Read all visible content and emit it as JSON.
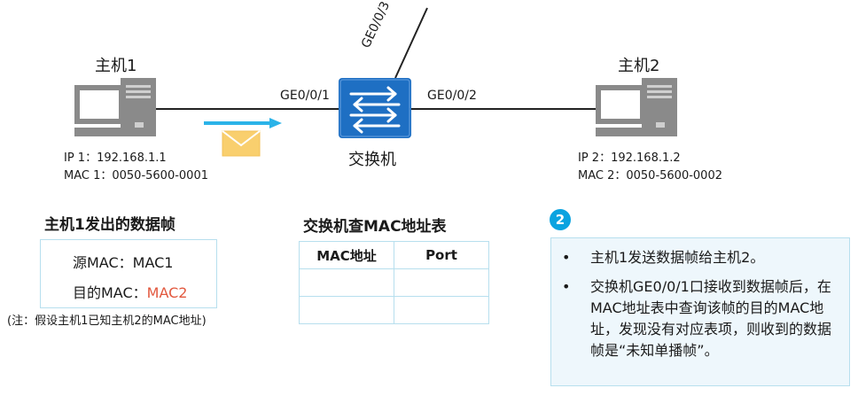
{
  "hosts": {
    "host1": {
      "name": "主机1",
      "ip": "IP 1：192.168.1.1",
      "mac": "MAC 1：0050-5600-0001"
    },
    "host2": {
      "name": "主机2",
      "ip": "IP 2：192.168.1.2",
      "mac": "MAC 2：0050-5600-0002"
    }
  },
  "switch": {
    "name": "交换机",
    "ports": {
      "p1": "GE0/0/1",
      "p2": "GE0/0/2",
      "p3": "GE0/0/3"
    }
  },
  "frame": {
    "title": "主机1发出的数据帧",
    "src_label": "源MAC：",
    "src_value": "MAC1",
    "dst_label": "目的MAC：",
    "dst_value": "MAC2",
    "note": "(注：假设主机1已知主机2的MAC地址)"
  },
  "mac_table": {
    "title": "交换机查MAC地址表",
    "headers": [
      "MAC地址",
      "Port"
    ],
    "rows": [
      [
        "",
        ""
      ],
      [
        "",
        ""
      ]
    ]
  },
  "step": {
    "badge": "2",
    "bullets": [
      "主机1发送数据帧给主机2。",
      "交换机GE0/0/1口接收到数据帧后，在MAC地址表中查询该帧的目的MAC地址，发现没有对应表项，则收到的数据帧是“未知单播帧”。"
    ],
    "bullet_char": "•"
  },
  "colors": {
    "switch_blue": "#1e6fc3",
    "accent_red": "#e2583e",
    "arrow_blue": "#2bb3e8",
    "envelope": "#f9cf6e",
    "computer_gray": "#8a8a8a",
    "box_border": "#b7dfee"
  }
}
